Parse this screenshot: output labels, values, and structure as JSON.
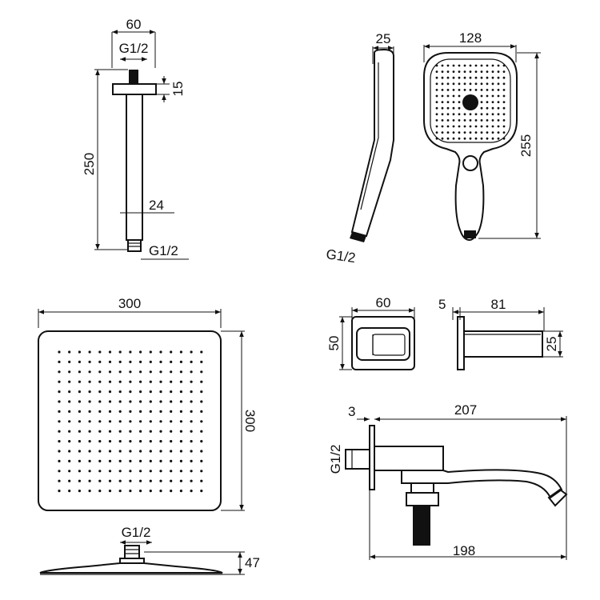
{
  "shower_arm": {
    "width": "60",
    "thread_top": "G1/2",
    "flange_height": "15",
    "length": "250",
    "pipe_diameter": "24",
    "thread_bottom": "G1/2"
  },
  "hand_shower": {
    "thickness": "25",
    "head_width": "128",
    "length": "255",
    "thread": "G1/2"
  },
  "rain_head": {
    "width": "300",
    "depth": "300",
    "thread": "G1/2",
    "height": "47"
  },
  "diverter_control": {
    "width": "60",
    "height": "50",
    "plate_thickness": "5",
    "projection": "81",
    "body_height": "25"
  },
  "bath_spout": {
    "plate_thickness": "3",
    "overall_length": "207",
    "thread": "G1/2",
    "body_length": "198"
  }
}
